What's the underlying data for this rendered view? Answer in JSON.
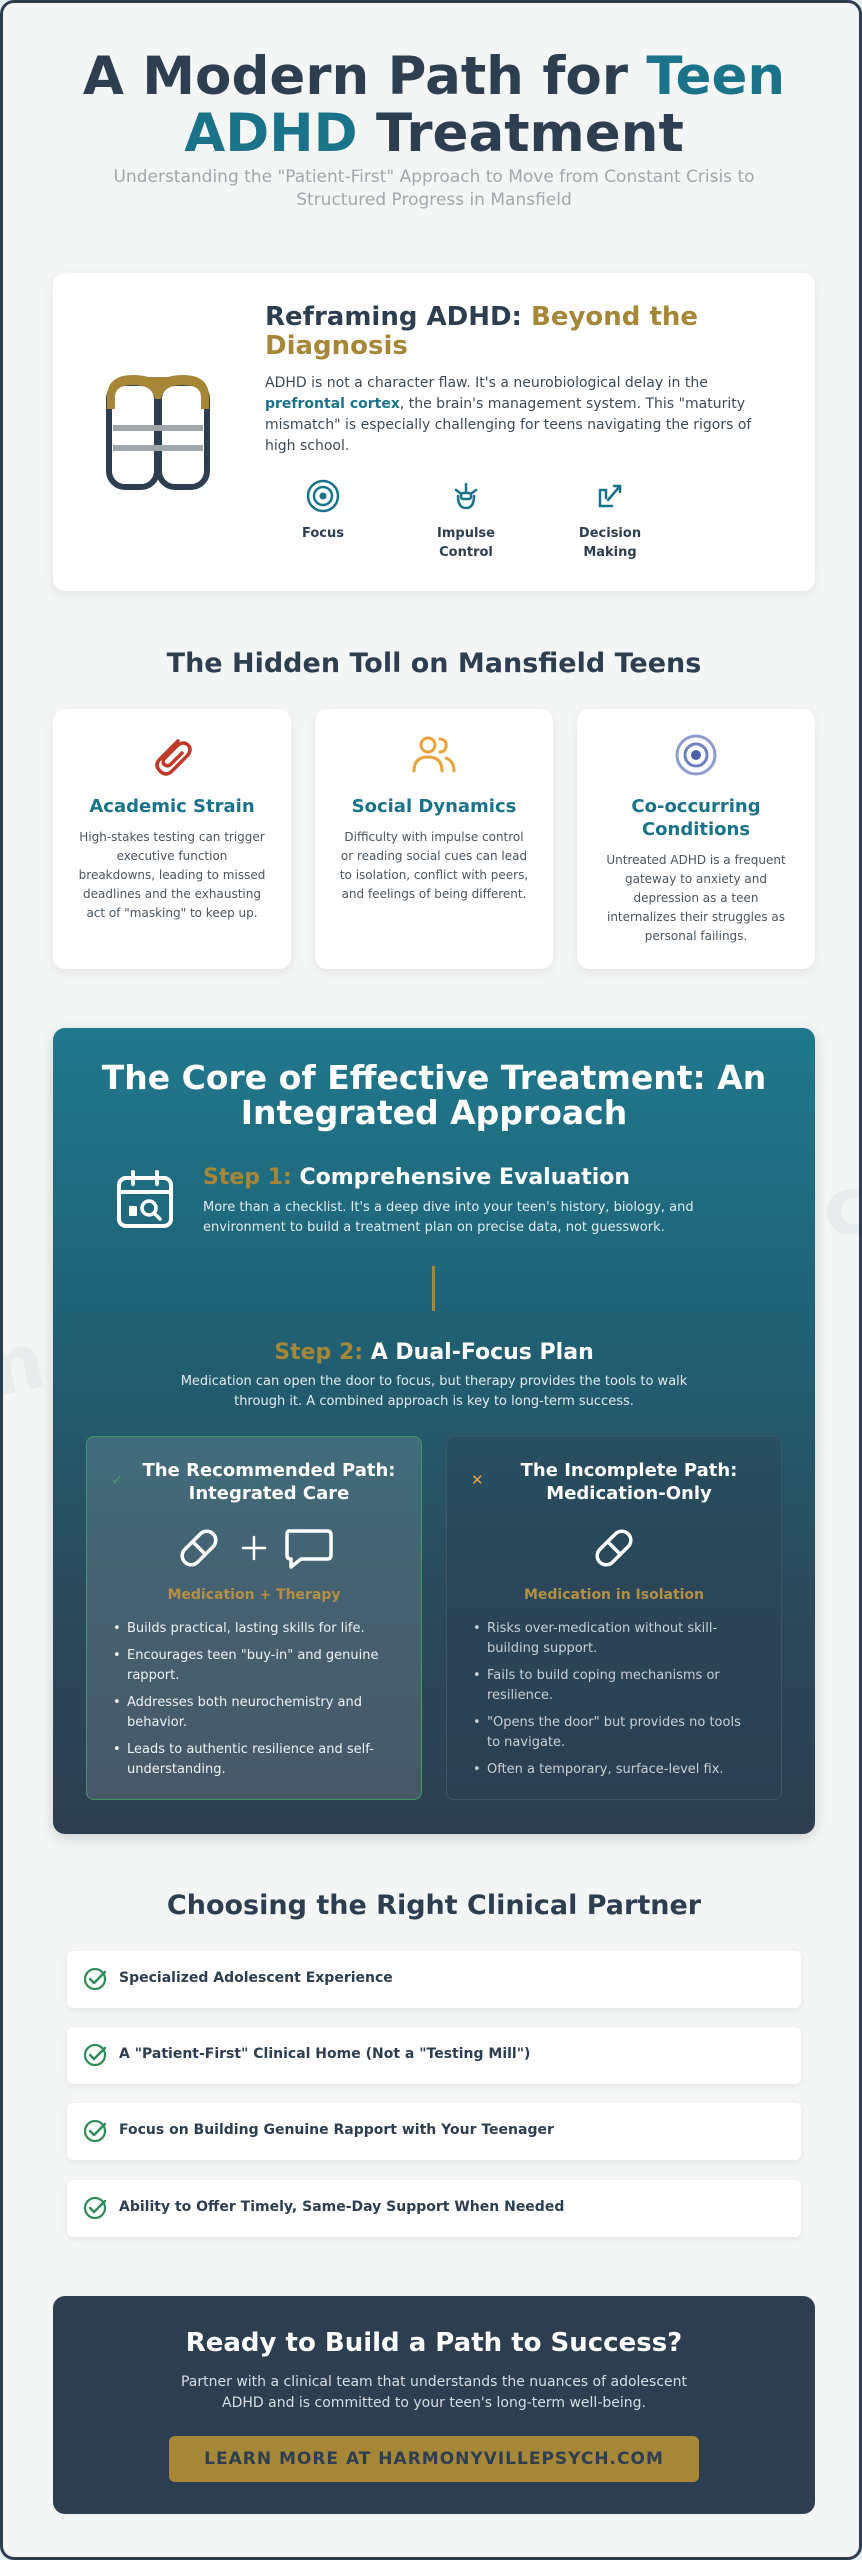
{
  "header": {
    "title_part1": "A Modern Path for ",
    "title_accent1": "Teen",
    "title_accent2": "ADHD",
    "title_part2": " Treatment",
    "subtitle": "Understanding the \"Patient-First\" Approach to Move from Constant Crisis to Structured Progress in Mansfield"
  },
  "reframe": {
    "title_part1": "Reframing ADHD: ",
    "title_accent": "Beyond the Diagnosis",
    "body_part1": "ADHD is not a character flaw. It's a neurobiological delay in the ",
    "body_bold": "prefrontal cortex",
    "body_part2": ", the brain's management system. This \"maturity mismatch\" is especially challenging for teens navigating the rigors of high school.",
    "features": [
      {
        "label": "Focus",
        "icon": "target-icon"
      },
      {
        "label": "Impulse Control",
        "icon": "hand-icon"
      },
      {
        "label": "Decision Making",
        "icon": "decision-icon"
      }
    ]
  },
  "toll": {
    "heading": "The Hidden Toll on Mansfield Teens",
    "cards": [
      {
        "title": "Academic Strain",
        "icon": "paperclip-icon",
        "desc": "High-stakes testing can trigger executive function breakdowns, leading to missed deadlines and the exhausting act of \"masking\" to keep up."
      },
      {
        "title": "Social Dynamics",
        "icon": "users-icon",
        "desc": "Difficulty with impulse control or reading social cues can lead to isolation, conflict with peers, and feelings of being different."
      },
      {
        "title": "Co-occurring Conditions",
        "icon": "target-icon",
        "desc": "Untreated ADHD is a frequent gateway to anxiety and depression as a teen internalizes their struggles as personal failings."
      }
    ]
  },
  "core": {
    "title": "The Core of Effective Treatment: An Integrated Approach",
    "step1": {
      "label": "Step 1:",
      "title": " Comprehensive Evaluation",
      "body": "More than a checklist. It's a deep dive into your teen's history, biology, and environment to build a treatment plan on precise data, not guesswork."
    },
    "step2": {
      "label": "Step 2:",
      "title": " A Dual-Focus Plan",
      "body": "Medication can open the door to focus, but therapy provides the tools to walk through it. A combined approach is key to long-term success."
    },
    "recommended": {
      "mark": "✓",
      "title": "The Recommended Path: Integrated Care",
      "subtitle": "Medication + Therapy",
      "items": [
        "Builds practical, lasting skills for life.",
        "Encourages teen \"buy-in\" and genuine rapport.",
        "Addresses both neurochemistry and behavior.",
        "Leads to authentic resilience and self-understanding."
      ]
    },
    "incomplete": {
      "mark": "✕",
      "title": "The Incomplete Path: Medication-Only",
      "subtitle": "Medication in Isolation",
      "items": [
        "Risks over-medication without skill-building support.",
        "Fails to build coping mechanisms or resilience.",
        "\"Opens the door\" but provides no tools to navigate.",
        "Often a temporary, surface-level fix."
      ]
    }
  },
  "partner": {
    "heading": "Choosing the Right Clinical Partner",
    "items": [
      "Specialized Adolescent Experience",
      "A \"Patient-First\" Clinical Home (Not a \"Testing Mill\")",
      "Focus on Building Genuine Rapport with Your Teenager",
      "Ability to Offer Timely, Same-Day Support When Needed"
    ]
  },
  "cta": {
    "title": "Ready to Build a Path to Success?",
    "body": "Partner with a clinical team that understands the nuances of adolescent ADHD and is committed to your teen's long-term well-being.",
    "button": "LEARN MORE AT HARMONYVILLEPSYCH.COM"
  },
  "colors": {
    "navy": "#2c3e50",
    "teal": "#1b7389",
    "gold": "#a68637",
    "green": "#3e9b64",
    "red": "#c0392b",
    "orange": "#e8a33d"
  }
}
